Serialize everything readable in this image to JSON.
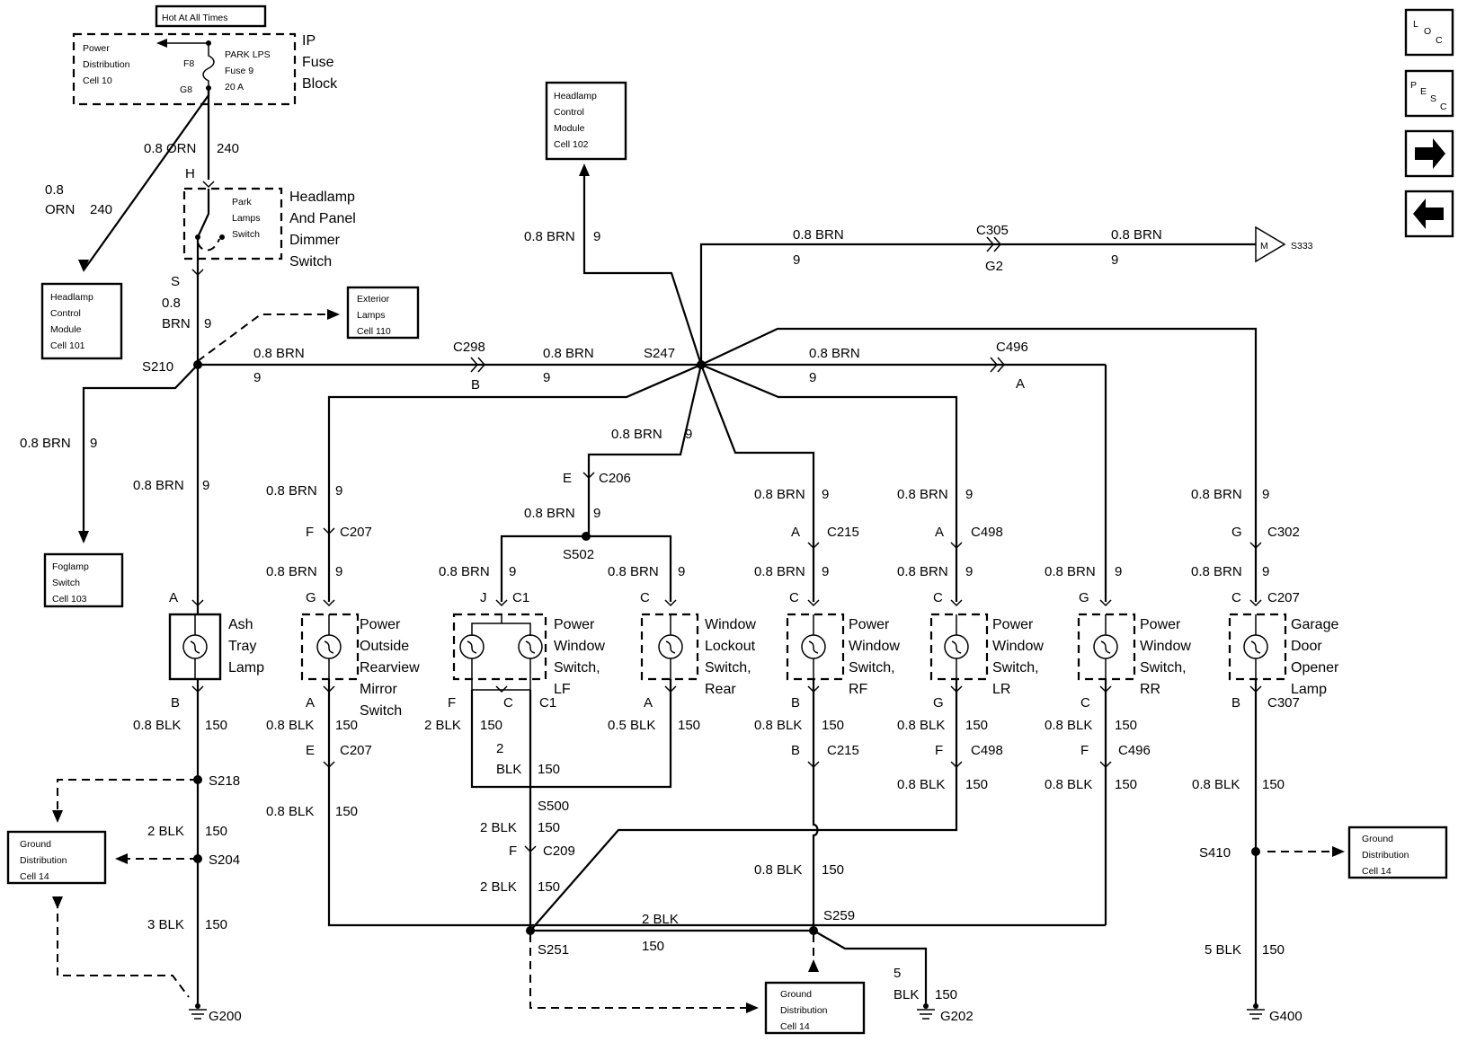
{
  "hot_label": "Hot At All Times",
  "fuse_block": {
    "inner": [
      "Power",
      "Distribution",
      "Cell 10"
    ],
    "pins": [
      "F8",
      "G8"
    ],
    "fuse": [
      "PARK LPS",
      "Fuse 9",
      "20 A"
    ],
    "name": [
      "IP",
      "Fuse",
      "Block"
    ]
  },
  "switches": {
    "headlamp": {
      "inner": [
        "Park",
        "Lamps",
        "Switch"
      ],
      "name": [
        "Headlamp",
        "And Panel",
        "Dimmer",
        "Switch"
      ],
      "pin_top": "H",
      "pin_bottom": "S"
    }
  },
  "boxes": {
    "hcm101": [
      "Headlamp",
      "Control",
      "Module",
      "Cell 101"
    ],
    "hcm102": [
      "Headlamp",
      "Control",
      "Module",
      "Cell 102"
    ],
    "ext110": [
      "Exterior",
      "Lamps",
      "Cell 110"
    ],
    "fog": [
      "Foglamp",
      "Switch",
      "Cell 103"
    ],
    "gnd_left": [
      "Ground",
      "Distribution",
      "Cell 14"
    ],
    "gnd_mid": [
      "Ground",
      "Distribution",
      "Cell 14"
    ],
    "gnd_right": [
      "Ground",
      "Distribution",
      "Cell 14"
    ]
  },
  "lamps": {
    "ash": [
      "Ash",
      "Tray",
      "Lamp"
    ],
    "mirror": [
      "Power",
      "Outside",
      "Rearview",
      "Mirror",
      "Switch"
    ],
    "pw_lf": [
      "Power",
      "Window",
      "Switch,",
      "LF"
    ],
    "lockout": [
      "Window",
      "Lockout",
      "Switch,",
      "Rear"
    ],
    "pw_rf": [
      "Power",
      "Window",
      "Switch,",
      "RF"
    ],
    "pw_lr": [
      "Power",
      "Window",
      "Switch,",
      "LR"
    ],
    "pw_rr": [
      "Power",
      "Window",
      "Switch,",
      "RR"
    ],
    "garage": [
      "Garage",
      "Door",
      "Opener",
      "Lamp"
    ]
  },
  "splices": {
    "s210": "S210",
    "s247": "S247",
    "s502": "S502",
    "s218": "S218",
    "s204": "S204",
    "s500": "S500",
    "s251": "S251",
    "s259": "S259",
    "s410": "S410",
    "s333": "S333"
  },
  "connectors": {
    "c298": "C298",
    "c305": "C305",
    "c496": "C496",
    "c206": "C206",
    "c207": "C207",
    "c215": "C215",
    "c498": "C498",
    "c302": "C302",
    "c1": "C1",
    "c209": "C209",
    "c307": "C307",
    "pin_b": "B",
    "pin_a": "A",
    "pin_e": "E",
    "pin_f": "F",
    "pin_g": "G",
    "pin_c": "C",
    "pin_j": "J",
    "pin_h": "H",
    "g2": "G2",
    "pin_m": "M"
  },
  "grounds": {
    "g200": "G200",
    "g202": "G202",
    "g400": "G400"
  },
  "wire": {
    "orn": "0.8 ORN",
    "orn_a": "0.8",
    "orn_b": "ORN",
    "c240": "240",
    "brn": "0.8 BRN",
    "brn_a": "0.8",
    "brn_b": "BRN",
    "c9": "9",
    "blk08": "0.8 BLK",
    "blk05": "0.5 BLK",
    "blk2": "2 BLK",
    "blk2a": "2",
    "blk2b": "BLK",
    "blk3": "3 BLK",
    "blk5": "5 BLK",
    "blk5a": "5",
    "blk5b": "BLK",
    "c150": "150"
  },
  "nav": {
    "loc": [
      "L",
      "O",
      "C"
    ],
    "pesc": [
      "P",
      "E",
      "S",
      "C"
    ],
    "next_icon": "arrow-right-icon",
    "prev_icon": "arrow-left-icon"
  }
}
